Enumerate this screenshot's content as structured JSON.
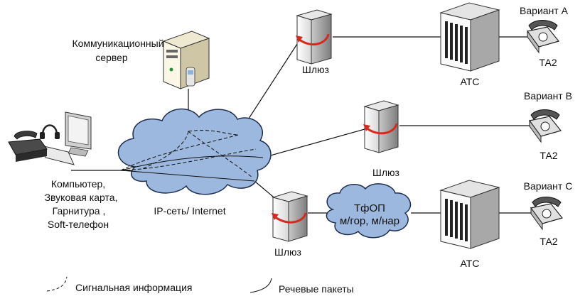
{
  "labels": {
    "server_line1": "Коммуникационный",
    "server_line2": "сервер",
    "computer_line1": "Компьютер,",
    "computer_line2": "Звуковая карта,",
    "computer_line3": "Гарнитура ,",
    "computer_line4": "Soft-телефон",
    "network": "IP-сеть/ Internet",
    "gateway_a": "Шлюз",
    "gateway_b": "Шлюз",
    "gateway_c": "Шлюз",
    "pbx_a": "АТС",
    "pbx_c": "АТС",
    "pstn_line1": "ТфОП",
    "pstn_line2": "м/гор, м/нар",
    "variant_a": "Вариант А",
    "variant_b": "Вариант В",
    "variant_c": "Вариант С",
    "phone_a": "ТА2",
    "phone_b": "ТА2",
    "phone_c": "ТА2"
  },
  "legend": {
    "signal": "Сигнальная информация",
    "voice": "Речевые пакеты"
  },
  "colors": {
    "cloud_fill": "#9db8de",
    "cloud_stroke": "#1f2f4f",
    "gateway_arrow": "#d62a1f",
    "line": "#111111"
  }
}
